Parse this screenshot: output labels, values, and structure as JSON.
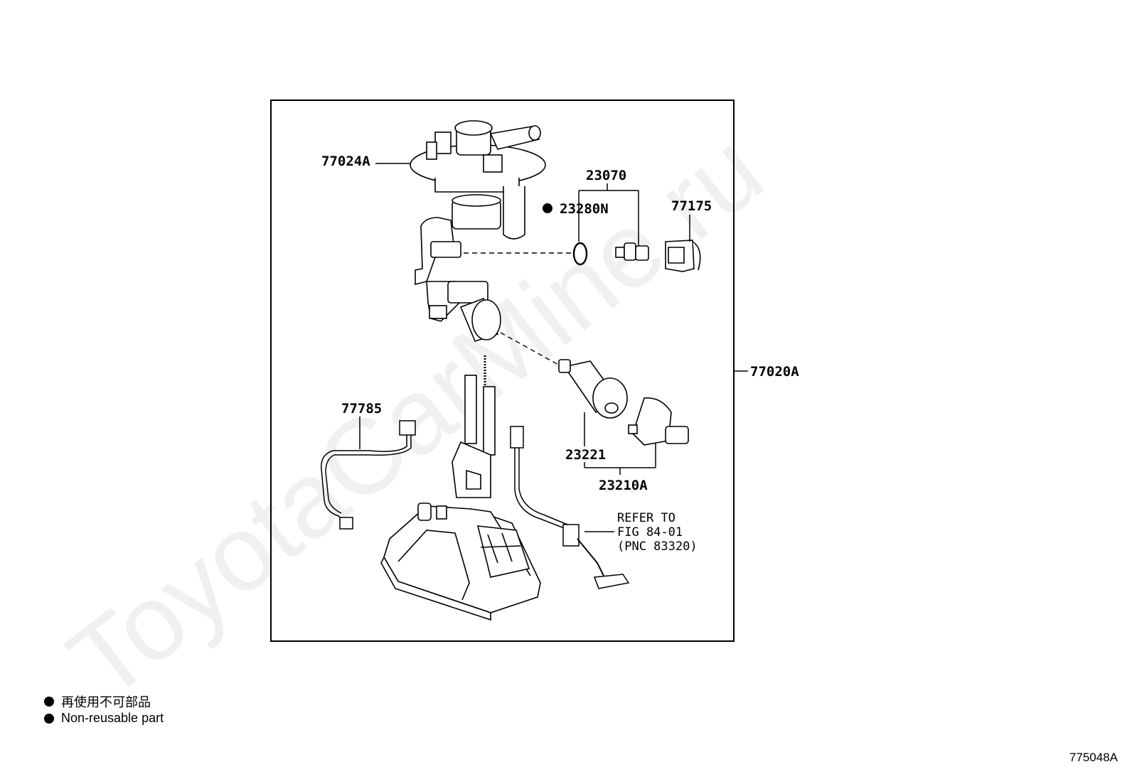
{
  "watermark": "ToyotaCarMine.ru",
  "labels": {
    "assembly": "77020A",
    "sender_gauge_plate": "77024A",
    "injector_set": "23070",
    "o_ring": "23280N",
    "clip": "77175",
    "wire_harness": "77785",
    "fuel_pump": "23221",
    "pump_set": "23210A"
  },
  "refer": {
    "line1": "REFER TO",
    "line2": "FIG 84-01",
    "line3": "(PNC 83320)"
  },
  "legend": {
    "japanese": "再使用不可部品",
    "english": "Non-reusable part"
  },
  "figure_code": "775048A"
}
